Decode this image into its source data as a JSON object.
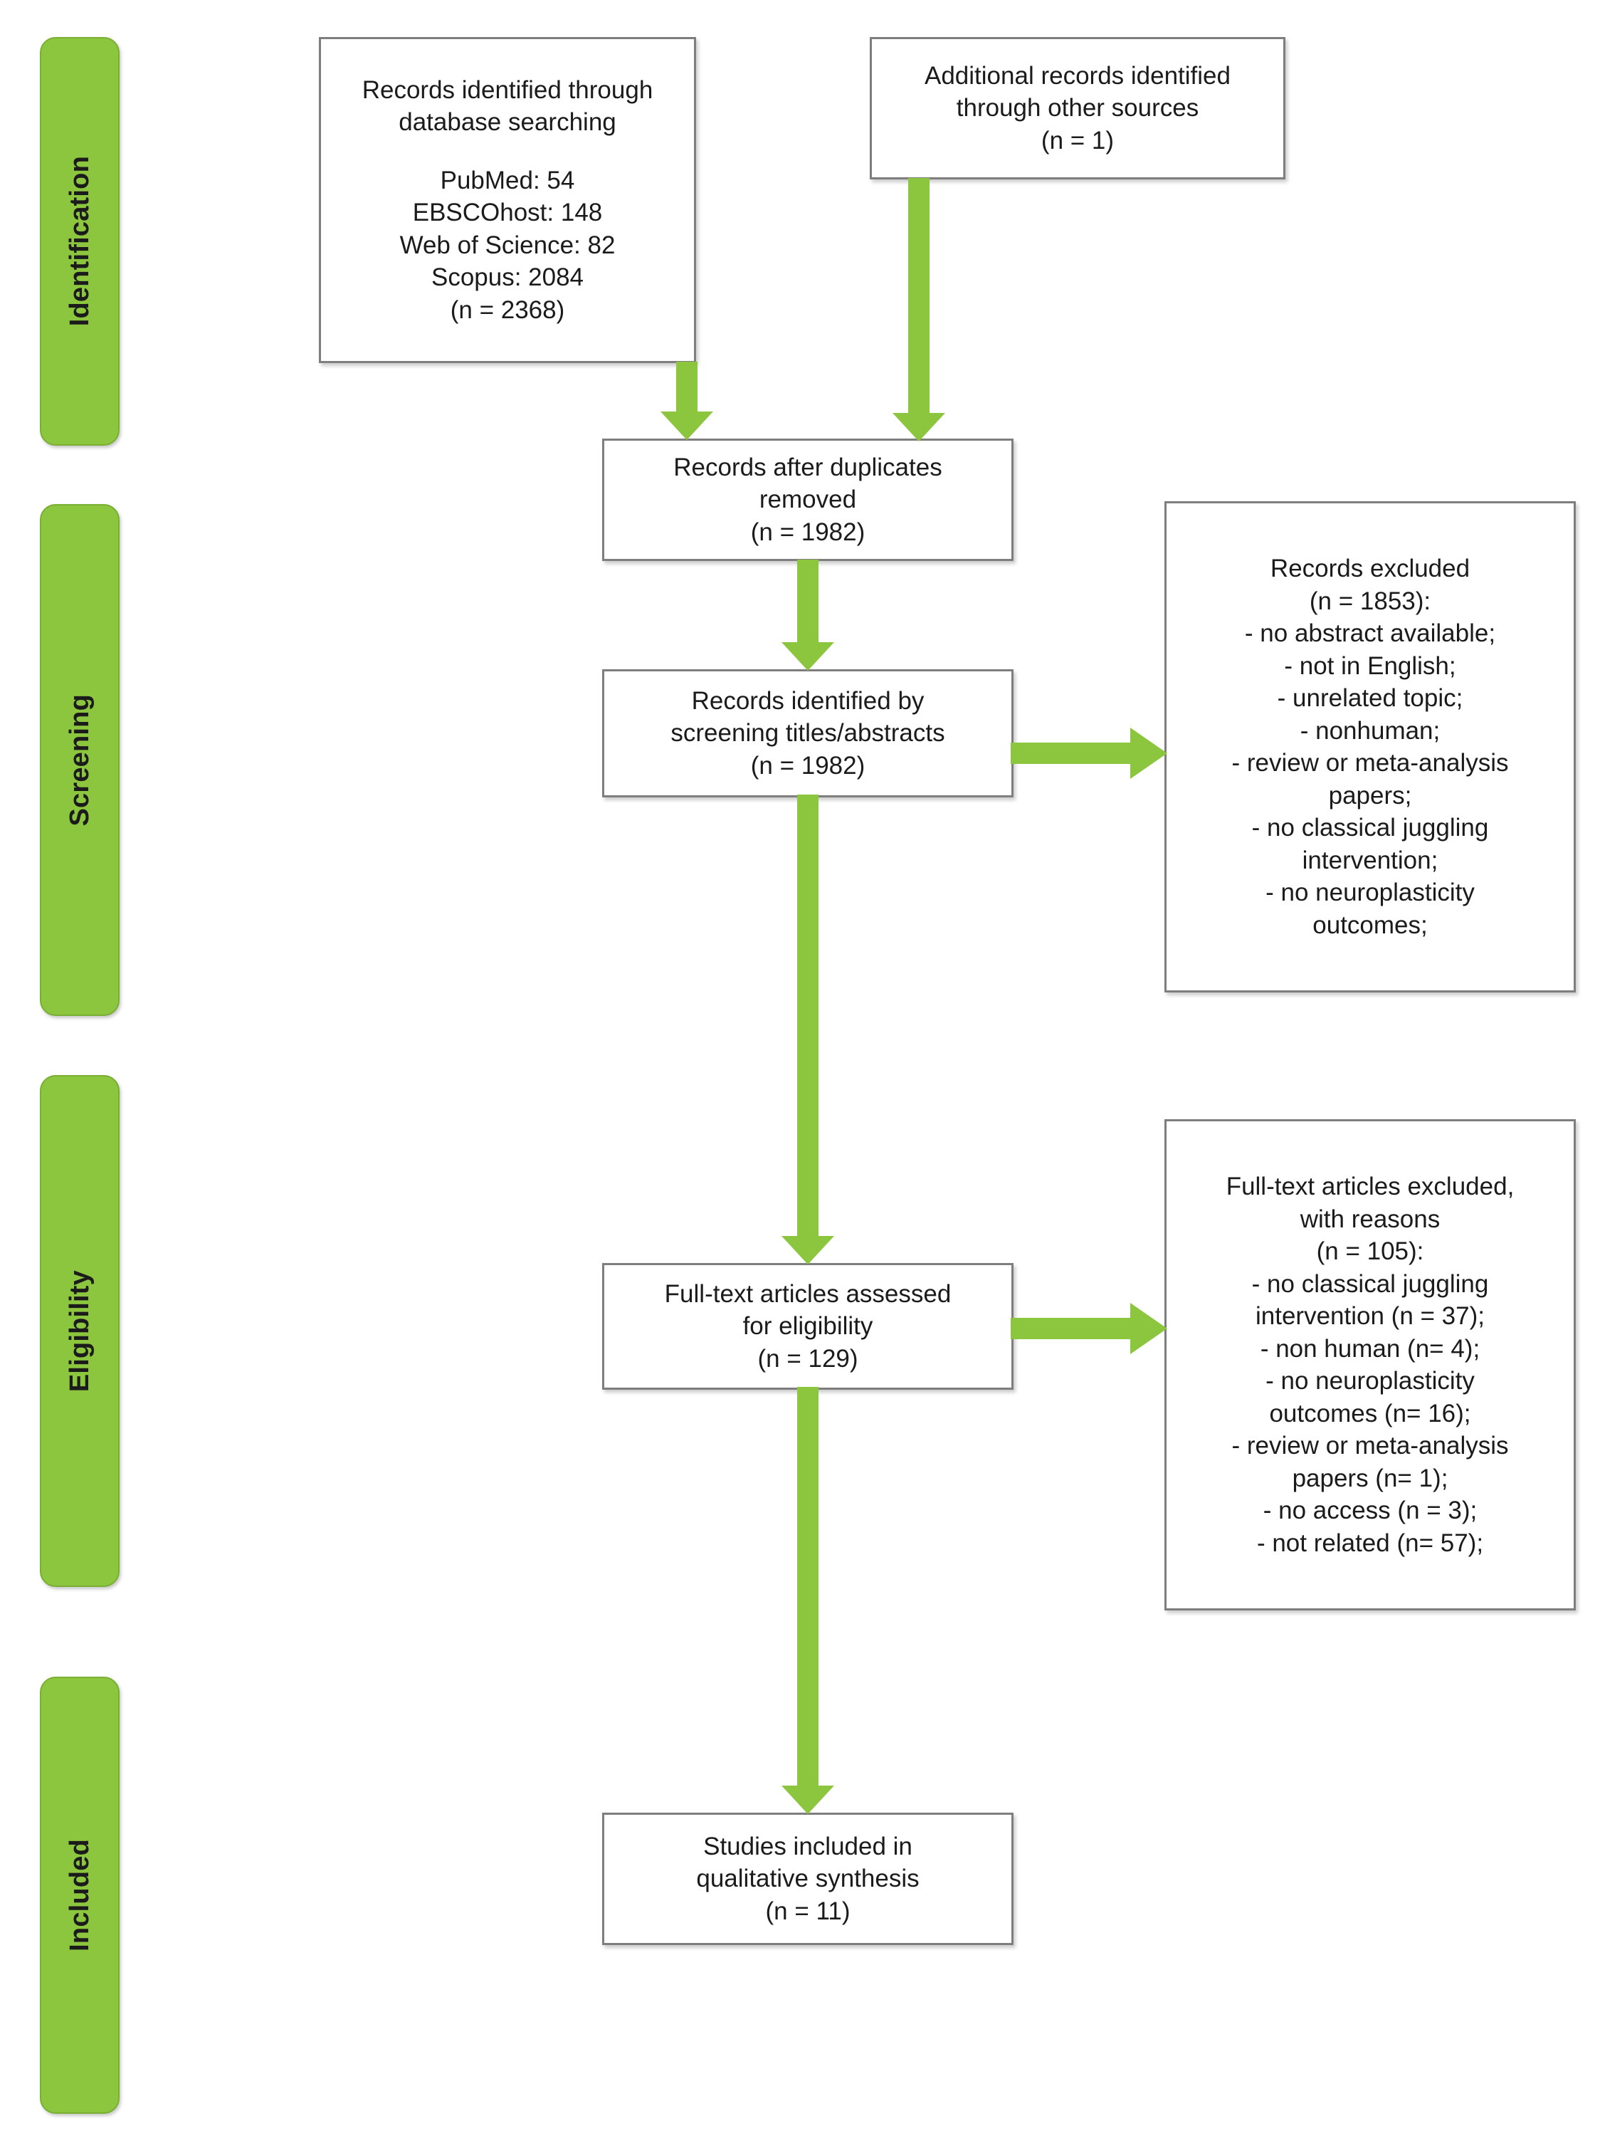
{
  "diagram": {
    "type": "prisma-flow-diagram",
    "accent_color": "#8CC63E",
    "box_border_color": "#7E7E7E",
    "text_color": "#1B1B1B"
  },
  "stages": [
    {
      "id": "identification",
      "label": "Identification"
    },
    {
      "id": "screening",
      "label": "Screening"
    },
    {
      "id": "eligibility",
      "label": "Eligibility"
    },
    {
      "id": "included",
      "label": "Included"
    }
  ],
  "boxes": {
    "database_search": {
      "lines": [
        "Records identified through",
        "database searching",
        "",
        "PubMed: 54",
        "EBSCOhost: 148",
        "Web of Science: 82",
        "Scopus: 2084",
        "(n = 2368)"
      ]
    },
    "other_sources": {
      "lines": [
        "Additional records identified",
        "through other sources",
        "(n = 1)"
      ]
    },
    "duplicates_removed": {
      "lines": [
        "Records after duplicates",
        "removed",
        "(n = 1982)"
      ]
    },
    "screening_titles": {
      "lines": [
        "Records identified by",
        "screening titles/abstracts",
        "(n = 1982)"
      ]
    },
    "records_excluded": {
      "lines": [
        "Records excluded",
        "(n = 1853):",
        "- no abstract available;",
        "- not in English;",
        "- unrelated topic;",
        "- nonhuman;",
        "- review or meta-analysis",
        "papers;",
        "- no classical juggling",
        "intervention;",
        "- no neuroplasticity",
        "outcomes;"
      ]
    },
    "fulltext_assessed": {
      "lines": [
        "Full-text articles assessed",
        "for eligibility",
        "(n = 129)"
      ]
    },
    "fulltext_excluded": {
      "lines": [
        "Full-text articles excluded,",
        "with reasons",
        "(n = 105):",
        "- no classical juggling",
        "intervention (n = 37);",
        "- non human (n= 4);",
        "- no neuroplasticity",
        "outcomes (n= 16);",
        "- review or meta-analysis",
        "papers (n= 1);",
        "- no access (n = 3);",
        "- not related (n= 57);"
      ]
    },
    "studies_included": {
      "lines": [
        "Studies included in",
        "qualitative synthesis",
        "(n = 11)"
      ]
    }
  },
  "counts": {
    "pubmed": 54,
    "ebscohost": 148,
    "web_of_science": 82,
    "scopus": 2084,
    "total_database": 2368,
    "other_sources": 1,
    "after_duplicates": 1982,
    "screened": 1982,
    "records_excluded": 1853,
    "fulltext_assessed": 129,
    "fulltext_excluded": 105,
    "excluded_no_juggling": 37,
    "excluded_non_human": 4,
    "excluded_no_neuroplasticity": 16,
    "excluded_review_meta": 1,
    "excluded_no_access": 3,
    "excluded_not_related": 57,
    "included": 11
  }
}
